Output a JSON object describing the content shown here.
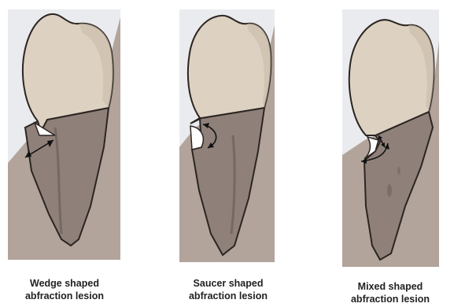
{
  "panels": [
    {
      "caption_line1": "Wedge shaped",
      "caption_line2": "abfraction lesion"
    },
    {
      "caption_line1": "Saucer shaped",
      "caption_line2": "abfraction lesion"
    },
    {
      "caption_line1": "Mixed shaped",
      "caption_line2": "abfraction lesion"
    }
  ],
  "colors": {
    "background": "#ffffff",
    "sky": "#e9ebee",
    "bone": "#b2a49b",
    "crown": "#ddd1c2",
    "crown_shadow": "#c9baa9",
    "root": "#8f8079",
    "root_dark": "#6f625c",
    "outline": "#2b2522",
    "arrow": "#111111"
  }
}
